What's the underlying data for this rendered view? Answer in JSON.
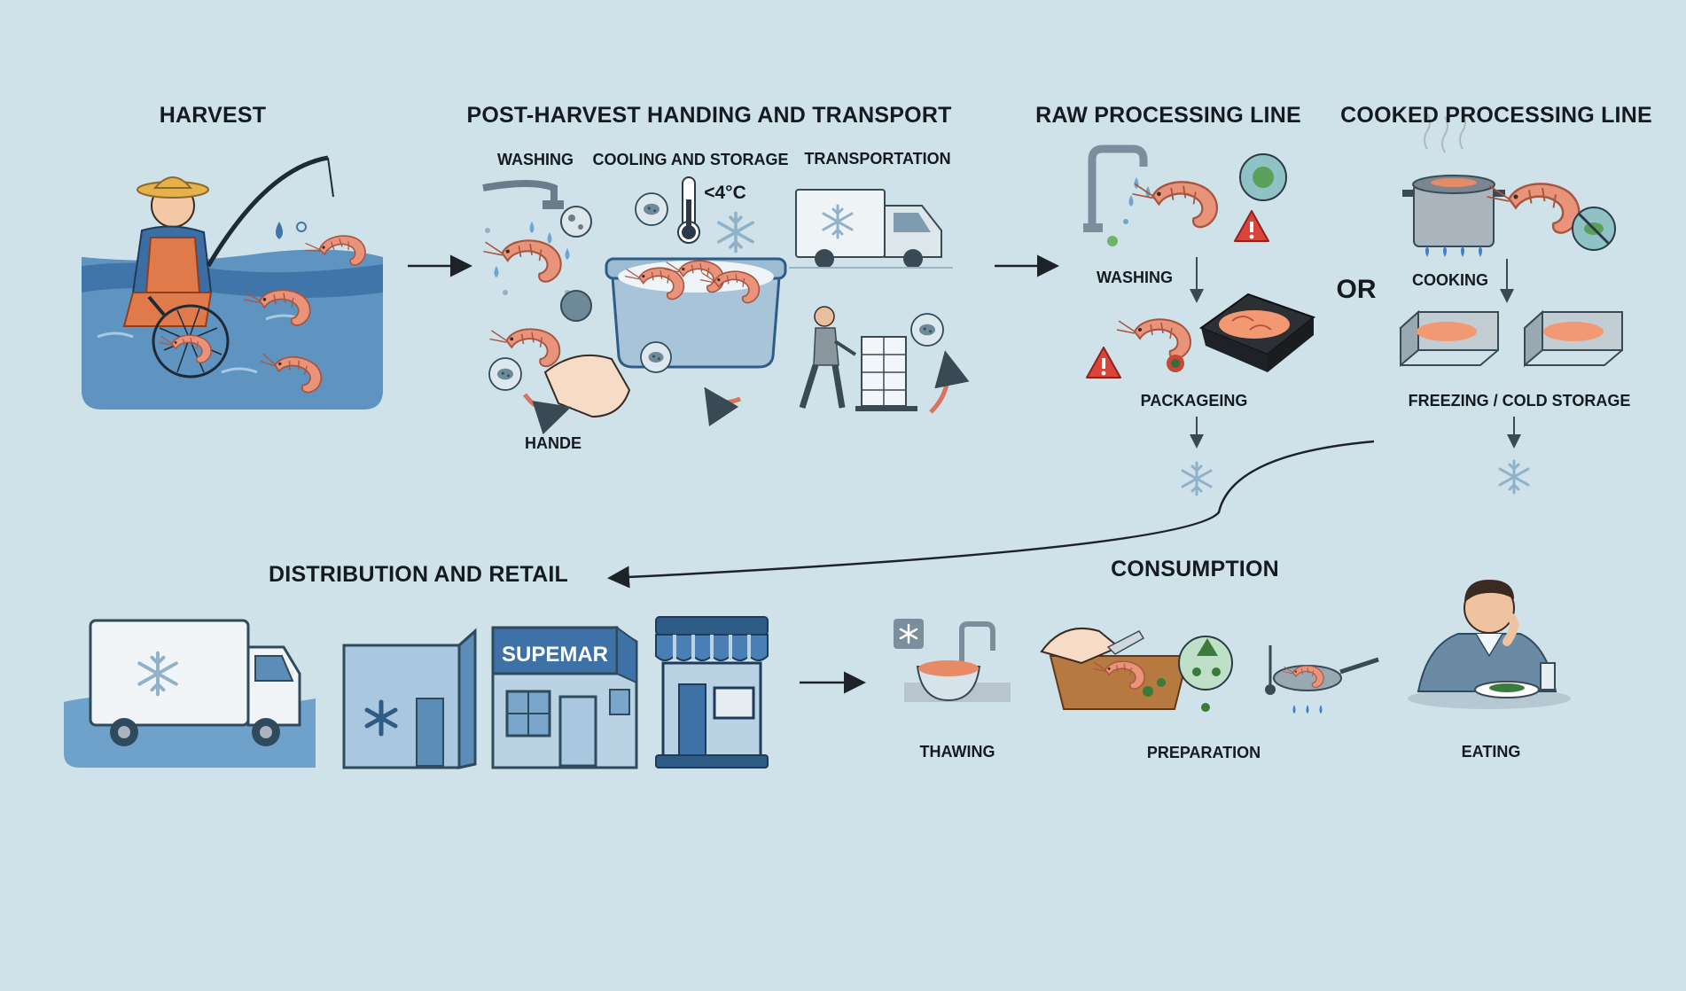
{
  "stages": {
    "harvest": "HARVEST",
    "post_harvest": "POST-HARVEST HANDING AND TRANSPORT",
    "raw_line": "RAW PROCESSING LINE",
    "cooked_line": "COOKED PROCESSING LINE",
    "distribution": "DISTRIBUTION AND RETAIL",
    "consumption": "CONSUMPTION"
  },
  "post_harvest_steps": {
    "washing": "WASHING",
    "cooling": "COOLING AND STORAGE",
    "transport": "TRANSPORTATION",
    "temperature": "<4°C",
    "handle": "HANDE"
  },
  "raw_steps": {
    "washing": "WASHING",
    "packaging": "PACKAGEING"
  },
  "connector": "OR",
  "cooked_steps": {
    "cooking": "COOKING",
    "freezing": "FREEZING / COLD STORAGE"
  },
  "retail": {
    "store_sign": "SUPEMAR"
  },
  "consumption_steps": {
    "thawing": "THAWING",
    "preparation": "PREPARATION",
    "eating": "EATING"
  },
  "colors": {
    "background": "#cfe2ea",
    "shrimp": "#e8937a",
    "navy": "#2f5c85",
    "warning": "#d9453b",
    "text": "#151a20"
  }
}
